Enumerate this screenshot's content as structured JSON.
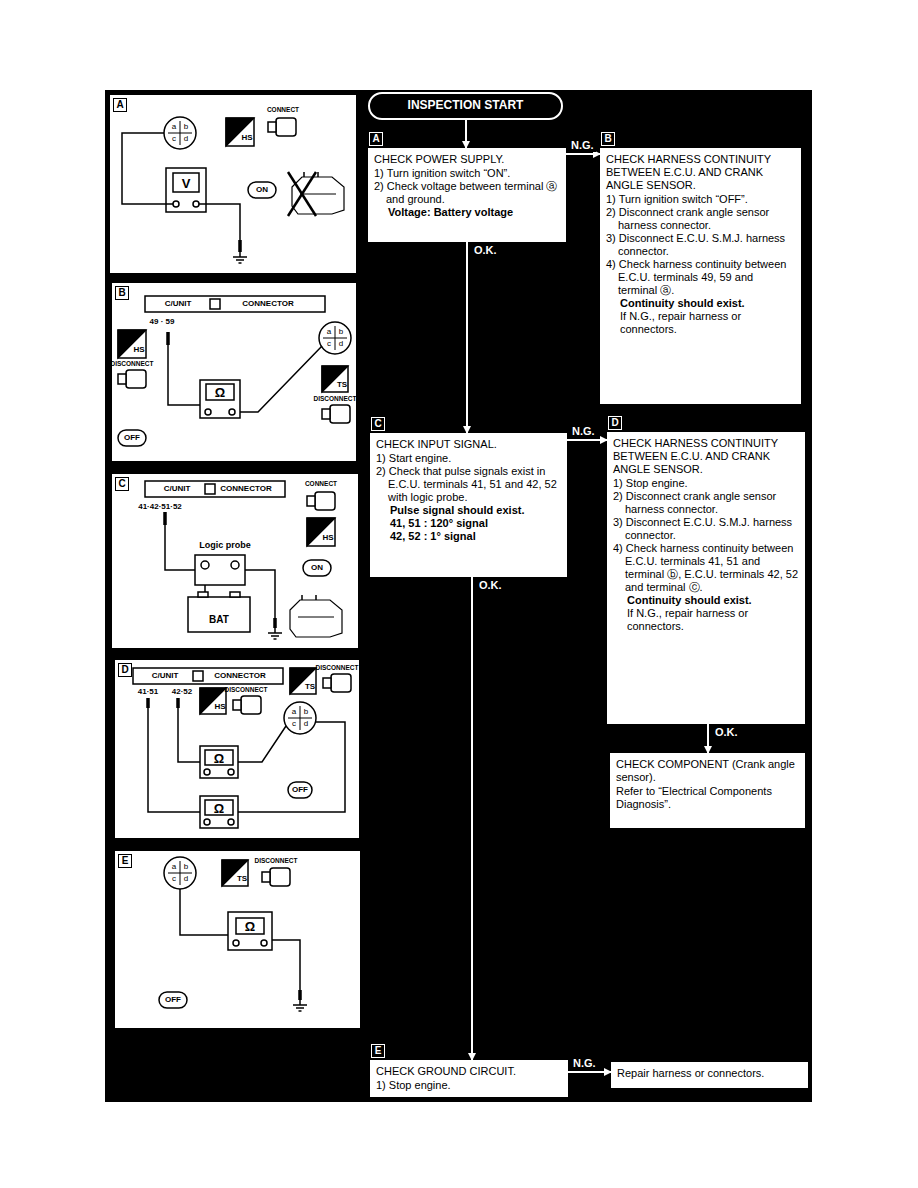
{
  "diagram": {
    "nodes": [
      {
        "text": [
          "INSPECTION START"
        ]
      },
      {
        "text": [
          "A",
          "CHECK POWER SUPPLY.",
          "1) Turn ignition switch “ON”.",
          "2) Check voltage between terminal ⓐ and ground.",
          "Voltage: Battery voltage"
        ]
      },
      {
        "text": [
          "B",
          "CHECK HARNESS CONTINUITY BETWEEN E.C.U. AND CRANK ANGLE SENSOR.",
          "1) Turn ignition switch “OFF”.",
          "2) Disconnect crank angle sensor harness connector.",
          "3) Disconnect E.C.U. S.M.J. harness connector.",
          "4) Check harness continuity between E.C.U. terminals 49, 59 and terminal ⓐ.",
          "Continuity should exist.",
          "If N.G., repair harness or connectors."
        ]
      },
      {
        "text": [
          "C",
          "CHECK INPUT SIGNAL.",
          "1) Start engine.",
          "2) Check that pulse signals exist in E.C.U. terminals 41, 51 and 42, 52 with logic probe.",
          "Pulse signal should exist.",
          "41, 51 : 120° signal",
          "42, 52 : 1° signal"
        ]
      },
      {
        "text": [
          "D",
          "CHECK HARNESS CONTINUITY BETWEEN E.C.U. AND CRANK ANGLE SENSOR.",
          "1) Stop engine.",
          "2) Disconnect crank angle sensor harness connector.",
          "3) Disconnect E.C.U. S.M.J. harness connector.",
          "4) Check harness continuity between E.C.U. terminals 41, 51 and terminal ⓑ, E.C.U. terminals 42, 52 and terminal ⓒ.",
          "Continuity should exist.",
          "If N.G., repair harness or connectors."
        ]
      },
      {
        "text": [
          "CHECK COMPONENT (Crank angle sensor).",
          "Refer to “Electrical Components Diagnosis”."
        ]
      },
      {
        "text": [
          "E",
          "CHECK GROUND CIRCUIT.",
          "1) Stop engine."
        ]
      },
      {
        "text": [
          "Repair harness or connectors."
        ]
      },
      {
        "text": [
          "A"
        ]
      },
      {
        "text": [
          "B"
        ]
      },
      {
        "text": [
          "C"
        ]
      },
      {
        "text": [
          "D"
        ]
      },
      {
        "text": [
          "E"
        ]
      }
    ],
    "edges": [
      {
        "from": 0,
        "to": 1,
        "arrow": "to"
      },
      {
        "from": 1,
        "to": 2,
        "arrow": "to",
        "label": "N.G."
      },
      {
        "from": 1,
        "to": 3,
        "arrow": "to",
        "label": "O.K."
      },
      {
        "from": 3,
        "to": 4,
        "arrow": "to",
        "label": "N.G."
      },
      {
        "from": 3,
        "to": 6,
        "arrow": "to",
        "label": "O.K."
      },
      {
        "from": 4,
        "to": 5,
        "arrow": "to",
        "label": "O.K."
      },
      {
        "from": 6,
        "to": 7,
        "arrow": "to",
        "label": "N.G."
      }
    ],
    "labels": [
      "a",
      "b",
      "c",
      "d",
      "HS",
      "CONNECT",
      "V",
      "ON",
      "C/UNIT",
      "CONNECTOR",
      "49 · 59",
      "HS",
      "DISCONNECT",
      "Ω",
      "a",
      "b",
      "c",
      "d",
      "TS",
      "DISCONNECT",
      "OFF",
      "C/UNIT",
      "CONNECTOR",
      "41·42·51·52",
      "CONNECT",
      "HS",
      "Logic probe",
      "ON",
      "BAT",
      "C/UNIT",
      "CONNECTOR",
      "41·51",
      "42·52",
      "HS",
      "DISCONNECT",
      "a",
      "b",
      "c",
      "d",
      "TS",
      "DISCONNECT",
      "Ω",
      "Ω",
      "OFF",
      "a",
      "b",
      "c",
      "d",
      "TS",
      "DISCONNECT",
      "Ω",
      "OFF"
    ]
  }
}
